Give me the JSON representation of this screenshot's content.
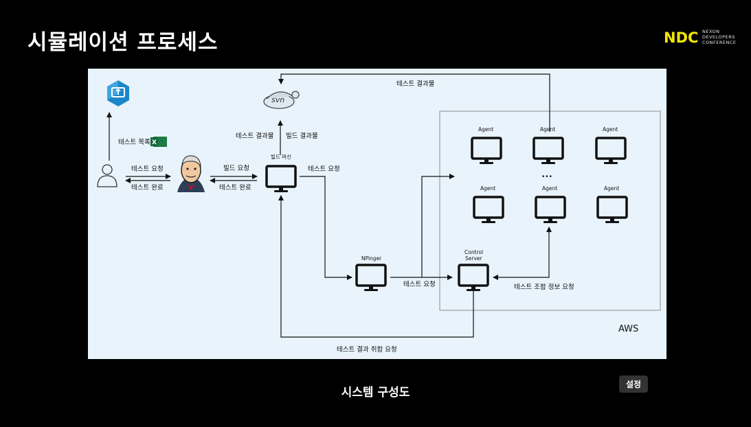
{
  "header": {
    "title": "시뮬레이션 프로세스"
  },
  "logo": {
    "mark": "NDC",
    "line1": "NEXON",
    "line2": "DEVELOPERS",
    "line3": "CONFERENCE",
    "accent": "#f2e600"
  },
  "diagram": {
    "svn_label": "svn",
    "test_list": "테스트 목록",
    "test_request": "테스트 요청",
    "test_complete": "테스트 완료",
    "build_request": "빌드 요청",
    "build_complete": "테스트 완료",
    "test_result": "테스트 결과물",
    "build_result": "빌드 결과물",
    "build_machine": "빌드 머신",
    "build_test_request": "테스트 요청",
    "npinger": "NPinger",
    "npinger_request": "테스트 요청",
    "control_server_1": "Control",
    "control_server_2": "Server",
    "combo_request": "테스트 조합 정보 요청",
    "agent": "Agent",
    "ellipsis": "•••",
    "top_result": "테스트 결과물",
    "aggregate_request": "테스트 결과 취합 요청",
    "aws": "AWS"
  },
  "caption": "시스템 구성도",
  "settings_label": "설정"
}
